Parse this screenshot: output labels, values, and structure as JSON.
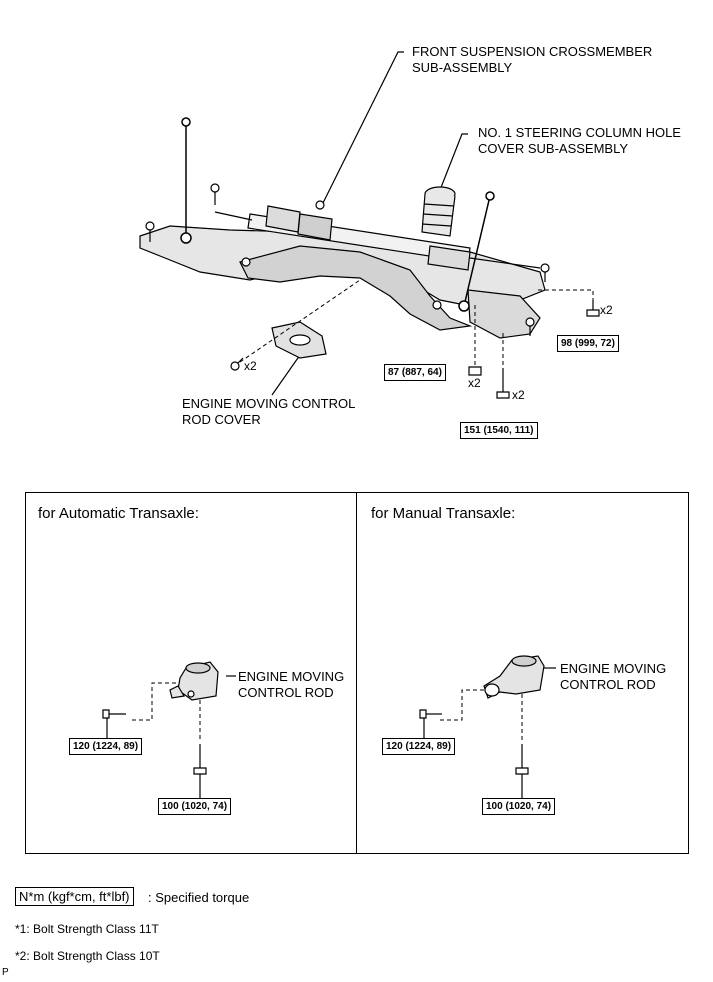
{
  "callouts": {
    "crossmember": [
      "FRONT SUSPENSION CROSSMEMBER",
      "SUB-ASSEMBLY"
    ],
    "steering_cover": [
      "NO. 1 STEERING COLUMN HOLE",
      "COVER SUB-ASSEMBLY"
    ],
    "rod_cover": [
      "ENGINE MOVING CONTROL",
      "ROD COVER"
    ]
  },
  "top_torques": {
    "t98": "98 (999, 72)",
    "t87": "87 (887, 64)",
    "t151": "151 (1540, 111)"
  },
  "quantities": {
    "x2": "x2"
  },
  "panels": {
    "auto": {
      "title": "for Automatic Transaxle:",
      "part": [
        "ENGINE MOVING",
        "CONTROL ROD"
      ],
      "torque_a": "120 (1224, 89)",
      "torque_b": "100 (1020, 74)"
    },
    "manual": {
      "title": "for Manual Transaxle:",
      "part": [
        "ENGINE MOVING",
        "CONTROL ROD"
      ],
      "torque_a": "120 (1224, 89)",
      "torque_b": "100 (1020, 74)"
    }
  },
  "legend": {
    "unit": "N*m (kgf*cm, ft*lbf)",
    "desc": ": Specified torque"
  },
  "notes": [
    "*1: Bolt Strength Class 11T",
    "*2: Bolt Strength Class 10T"
  ],
  "corner_mark": "P"
}
